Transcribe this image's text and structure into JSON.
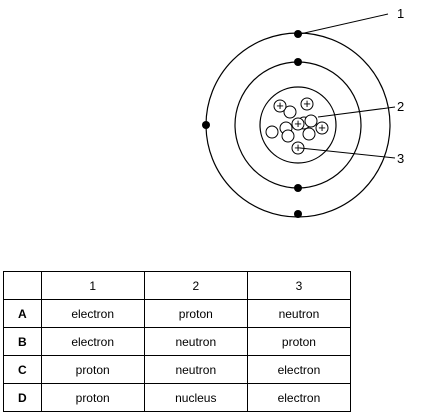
{
  "diagram": {
    "labels": [
      "1",
      "2",
      "3"
    ],
    "plus_sign": "+"
  },
  "table": {
    "headers": [
      "1",
      "2",
      "3"
    ],
    "rows": [
      {
        "option": "A",
        "cells": [
          "electron",
          "proton",
          "neutron"
        ]
      },
      {
        "option": "B",
        "cells": [
          "electron",
          "neutron",
          "proton"
        ]
      },
      {
        "option": "C",
        "cells": [
          "proton",
          "neutron",
          "electron"
        ]
      },
      {
        "option": "D",
        "cells": [
          "proton",
          "nucleus",
          "electron"
        ]
      }
    ]
  }
}
